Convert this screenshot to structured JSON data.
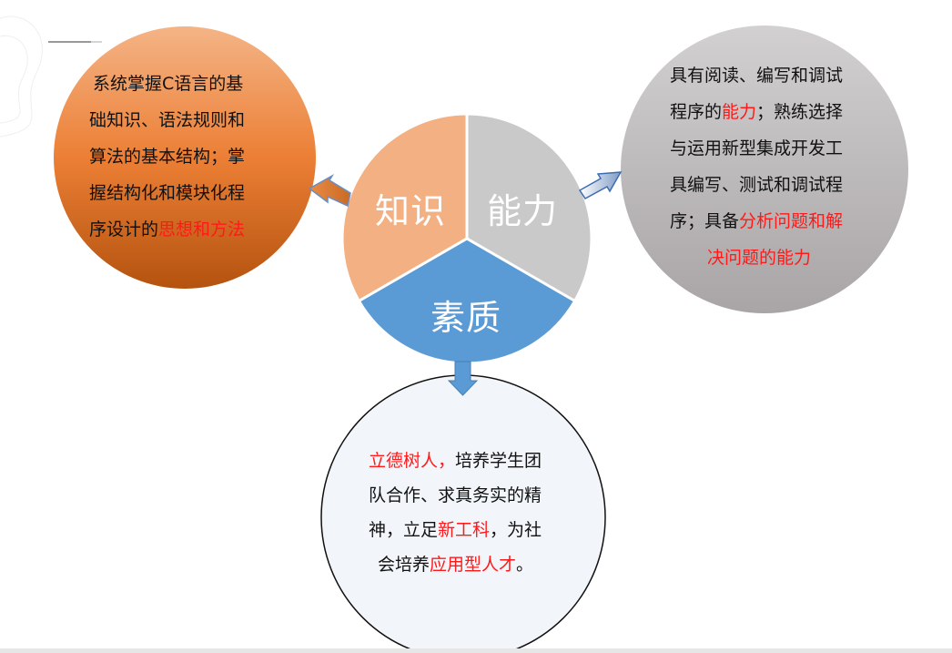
{
  "pie": {
    "knowledge_label": "知识",
    "ability_label": "能力",
    "quality_label": "素质"
  },
  "knowledge": {
    "lines": [
      "系统掌握C语言的基",
      "础知识、语法规则和",
      "算法的基本结构；掌",
      "握结构化和模块化程"
    ],
    "last_prefix": "序设计的",
    "last_highlight": "思想和方法"
  },
  "ability": {
    "line1": "具有阅读、编写和调试",
    "line2_prefix": "程序的",
    "line2_highlight": "能力",
    "line2_suffix": "；熟练选择",
    "line3": "与运用新型集成开发工",
    "line4": "具编写、测试和调试程",
    "line5_prefix": "序；具备",
    "line5_highlight": "分析问题和解",
    "line6_highlight": "决问题的能力"
  },
  "quality": {
    "line1_highlight": "立德树人，",
    "line1_suffix": "培养学生团",
    "line2": "队合作、求真务实的精",
    "line3_prefix": "神，立足",
    "line3_highlight": "新工科",
    "line3_suffix": "，为社",
    "line4_prefix": "会培养",
    "line4_highlight": "应用型人才",
    "line4_suffix": "。"
  },
  "colors": {
    "knowledge": "#F3B183",
    "ability": "#C9C9C9",
    "quality": "#5B9BD5",
    "highlight": "#FF1A1A"
  }
}
